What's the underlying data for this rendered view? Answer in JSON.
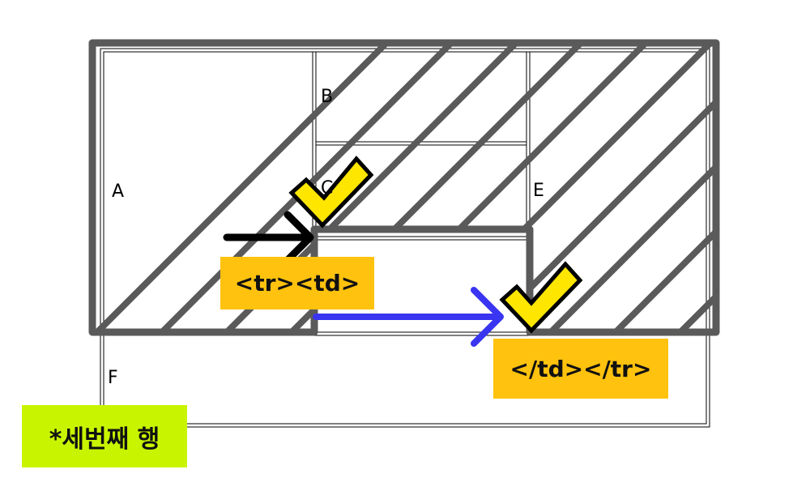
{
  "cells": {
    "a": "A",
    "b": "B",
    "c": "C",
    "e": "E",
    "f": "F"
  },
  "tags": {
    "open": "<tr><td>",
    "close": "</td></tr>"
  },
  "note": "*세번째 행",
  "colors": {
    "hatch": "#5a5a5a",
    "check_fill": "#ffe600",
    "tag_bg": "#ffc20e",
    "note_bg": "#c8f400",
    "arrow_black": "#000000",
    "arrow_blue": "#3a35f0"
  }
}
